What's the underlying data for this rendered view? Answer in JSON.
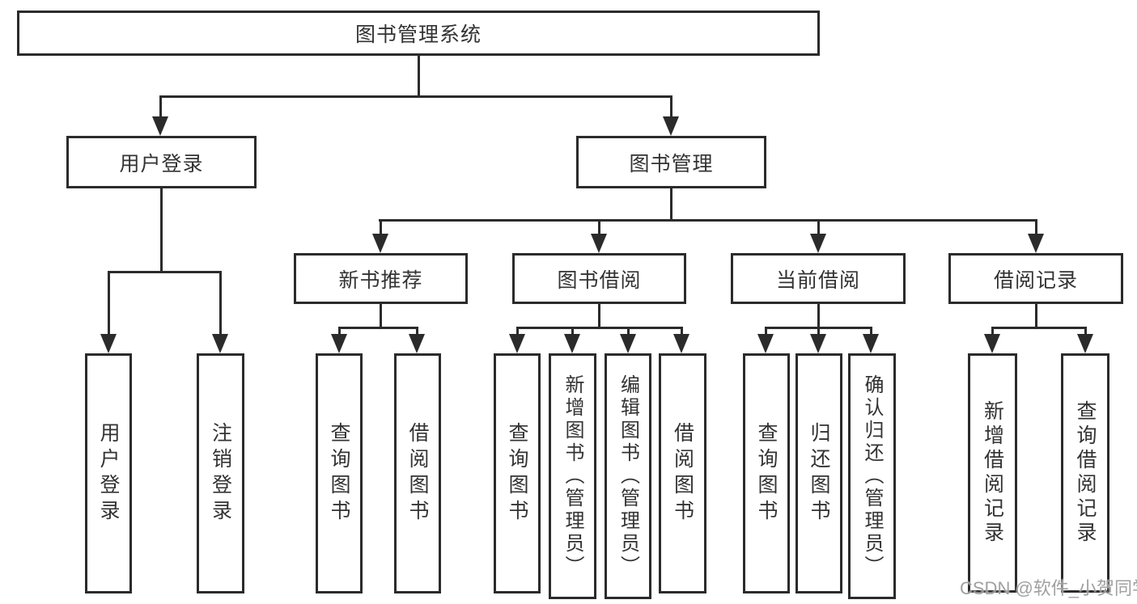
{
  "diagram": {
    "tree": {
      "root": {
        "label": "图书管理系统",
        "children": [
          {
            "label": "用户登录",
            "children": [
              {
                "label": "用户登录"
              },
              {
                "label": "注销登录"
              }
            ]
          },
          {
            "label": "图书管理",
            "children": [
              {
                "label": "新书推荐",
                "children": [
                  {
                    "label": "查询图书"
                  },
                  {
                    "label": "借阅图书"
                  }
                ]
              },
              {
                "label": "图书借阅",
                "children": [
                  {
                    "label": "查询图书"
                  },
                  {
                    "label": "新增图书（管理员）"
                  },
                  {
                    "label": "编辑图书（管理员）"
                  },
                  {
                    "label": "借阅图书"
                  }
                ]
              },
              {
                "label": "当前借阅",
                "children": [
                  {
                    "label": "查询图书"
                  },
                  {
                    "label": "归还图书"
                  },
                  {
                    "label": "确认归还（管理员）"
                  }
                ]
              },
              {
                "label": "借阅记录",
                "children": [
                  {
                    "label": "新增借阅记录"
                  },
                  {
                    "label": "查询借阅记录"
                  }
                ]
              }
            ]
          }
        ]
      }
    },
    "colors": {
      "line": "#2b2b2b",
      "text": "#333333",
      "background": "#ffffff",
      "watermark": "#989898"
    }
  },
  "watermark": {
    "text": "CSDN @软件_小贺同学"
  }
}
